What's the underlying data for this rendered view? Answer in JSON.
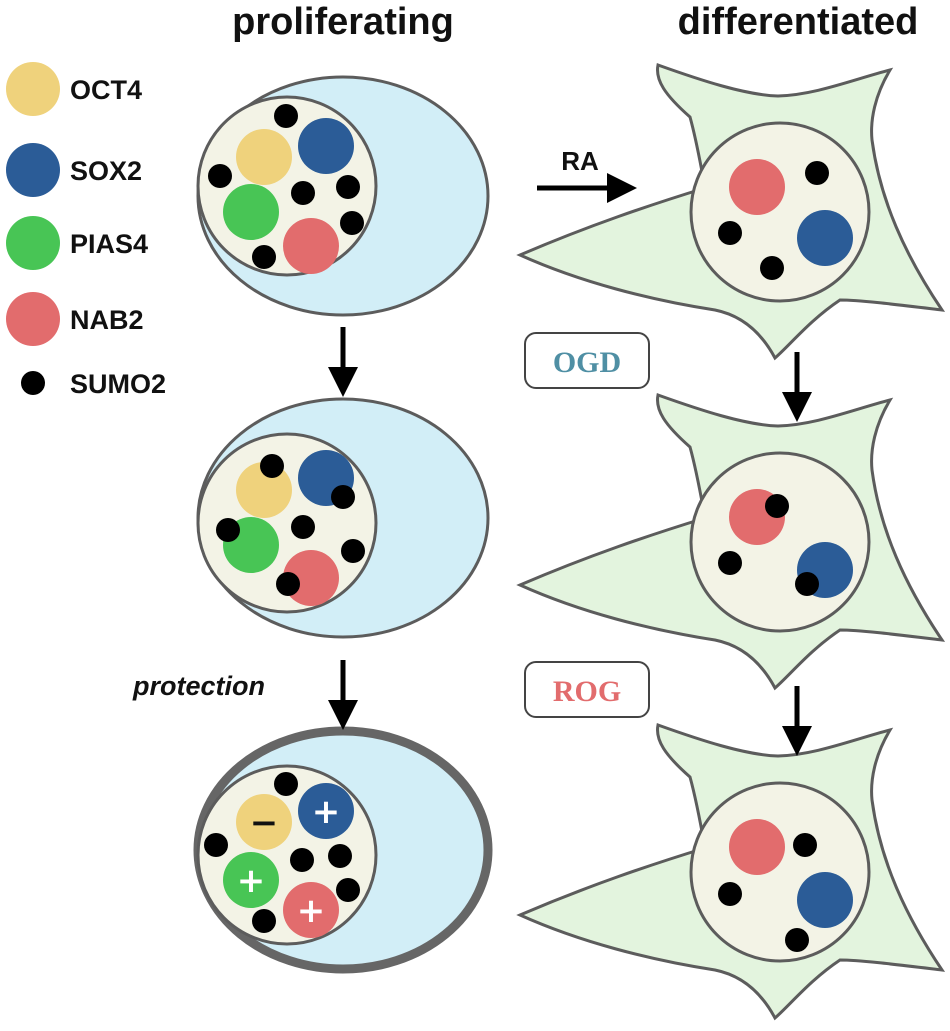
{
  "headers": {
    "left": "proliferating",
    "right": "differentiated"
  },
  "legend": [
    {
      "label": "OCT4",
      "color": "#efd27c",
      "kind": "circle"
    },
    {
      "label": "SOX2",
      "color": "#2b5c97",
      "kind": "circle"
    },
    {
      "label": "PIAS4",
      "color": "#48c555",
      "kind": "circle"
    },
    {
      "label": "NAB2",
      "color": "#e26c6d",
      "kind": "circle"
    },
    {
      "label": "SUMO2",
      "color": "#000000",
      "kind": "dot"
    }
  ],
  "arrows": {
    "ra_label": "RA"
  },
  "conditions": [
    {
      "label": "OGD",
      "color": "#4f8fa4"
    },
    {
      "label": "ROG",
      "color": "#e26c6d"
    }
  ],
  "protection_label": "protection",
  "signs": {
    "oct4": "−",
    "sox2": "+",
    "pias4": "+",
    "nab2": "+"
  },
  "colors": {
    "cytoplasm_proliferating": "#d2eef7",
    "cytoplasm_differentiated": "#e3f4de",
    "nucleus": "#f3f3e6",
    "outline": "#5c5c5c",
    "protected_membrane": "#666666"
  }
}
